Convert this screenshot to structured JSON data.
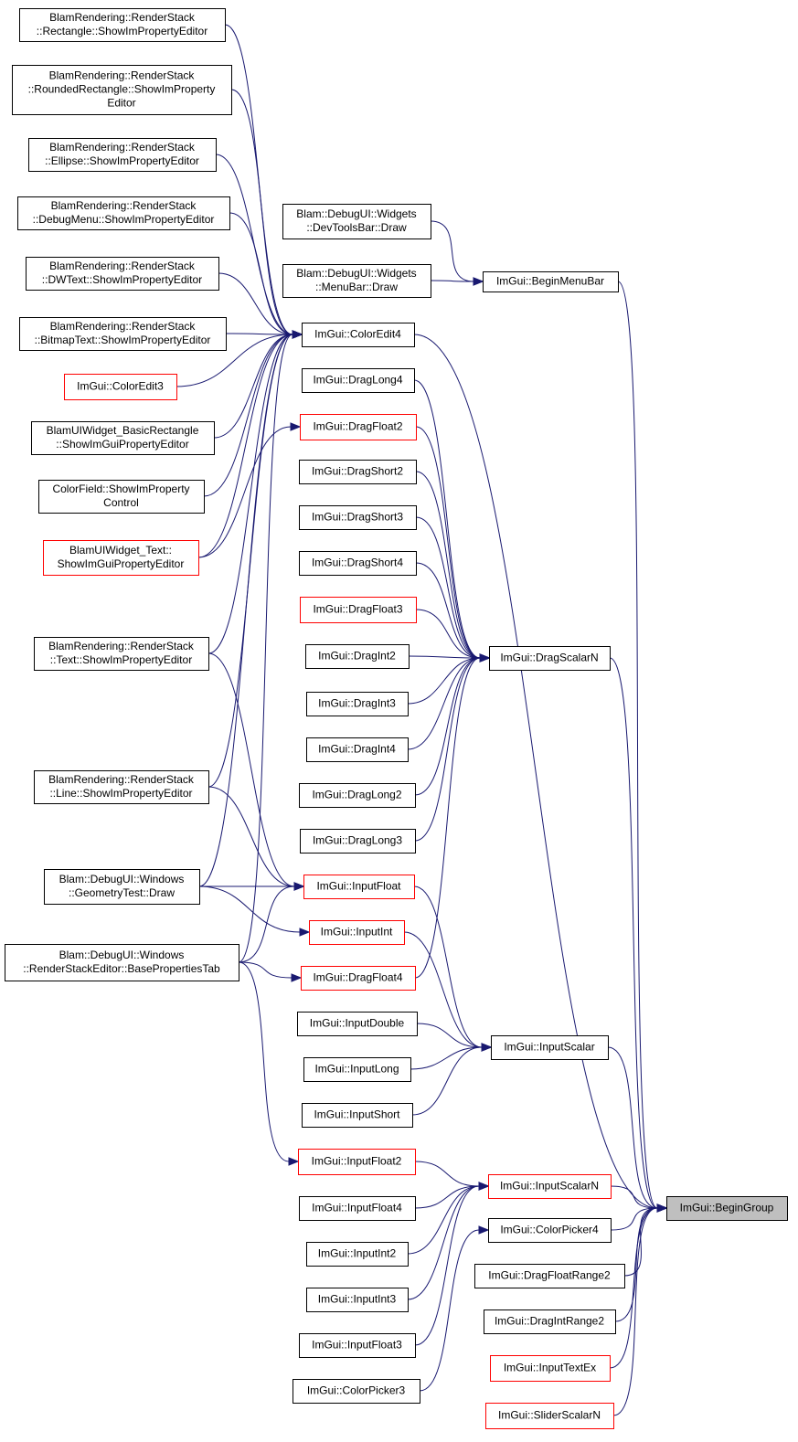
{
  "colors": {
    "edge": "#191970",
    "node_border": "#000000",
    "node_border_link": "#ff0000",
    "focus_fill": "#bfbfbf"
  },
  "nodes": [
    {
      "id": "n1",
      "lines": [
        "BlamRendering::RenderStack",
        "::Rectangle::ShowImPropertyEditor"
      ],
      "style": "black"
    },
    {
      "id": "n2",
      "lines": [
        "BlamRendering::RenderStack",
        "::RoundedRectangle::ShowImProperty",
        "Editor"
      ],
      "style": "black"
    },
    {
      "id": "n3",
      "lines": [
        "BlamRendering::RenderStack",
        "::Ellipse::ShowImPropertyEditor"
      ],
      "style": "black"
    },
    {
      "id": "n4",
      "lines": [
        "BlamRendering::RenderStack",
        "::DebugMenu::ShowImPropertyEditor"
      ],
      "style": "black"
    },
    {
      "id": "n5",
      "lines": [
        "BlamRendering::RenderStack",
        "::DWText::ShowImPropertyEditor"
      ],
      "style": "black"
    },
    {
      "id": "n6",
      "lines": [
        "BlamRendering::RenderStack",
        "::BitmapText::ShowImPropertyEditor"
      ],
      "style": "black"
    },
    {
      "id": "n7",
      "lines": [
        "ImGui::ColorEdit3"
      ],
      "style": "red"
    },
    {
      "id": "n8",
      "lines": [
        "BlamUIWidget_BasicRectangle",
        "::ShowImGuiPropertyEditor"
      ],
      "style": "black"
    },
    {
      "id": "n9",
      "lines": [
        "ColorField::ShowImProperty",
        "Control"
      ],
      "style": "black"
    },
    {
      "id": "n10",
      "lines": [
        "BlamUIWidget_Text::",
        "ShowImGuiPropertyEditor"
      ],
      "style": "red"
    },
    {
      "id": "n11",
      "lines": [
        "BlamRendering::RenderStack",
        "::Text::ShowImPropertyEditor"
      ],
      "style": "black"
    },
    {
      "id": "n12",
      "lines": [
        "BlamRendering::RenderStack",
        "::Line::ShowImPropertyEditor"
      ],
      "style": "black"
    },
    {
      "id": "n13",
      "lines": [
        "Blam::DebugUI::Windows",
        "::GeometryTest::Draw"
      ],
      "style": "black"
    },
    {
      "id": "n14",
      "lines": [
        "Blam::DebugUI::Windows",
        "::RenderStackEditor::BasePropertiesTab"
      ],
      "style": "black"
    },
    {
      "id": "n15",
      "lines": [
        "Blam::DebugUI::Widgets",
        "::DevToolsBar::Draw"
      ],
      "style": "black"
    },
    {
      "id": "n16",
      "lines": [
        "Blam::DebugUI::Widgets",
        "::MenuBar::Draw"
      ],
      "style": "black"
    },
    {
      "id": "n17",
      "lines": [
        "ImGui::BeginMenuBar"
      ],
      "style": "black"
    },
    {
      "id": "n18",
      "lines": [
        "ImGui::ColorEdit4"
      ],
      "style": "black"
    },
    {
      "id": "n19",
      "lines": [
        "ImGui::DragLong4"
      ],
      "style": "black"
    },
    {
      "id": "n20",
      "lines": [
        "ImGui::DragFloat2"
      ],
      "style": "red"
    },
    {
      "id": "n21",
      "lines": [
        "ImGui::DragShort2"
      ],
      "style": "black"
    },
    {
      "id": "n22",
      "lines": [
        "ImGui::DragShort3"
      ],
      "style": "black"
    },
    {
      "id": "n23",
      "lines": [
        "ImGui::DragShort4"
      ],
      "style": "black"
    },
    {
      "id": "n24",
      "lines": [
        "ImGui::DragFloat3"
      ],
      "style": "red"
    },
    {
      "id": "n25",
      "lines": [
        "ImGui::DragInt2"
      ],
      "style": "black"
    },
    {
      "id": "n26",
      "lines": [
        "ImGui::DragScalarN"
      ],
      "style": "black"
    },
    {
      "id": "n27",
      "lines": [
        "ImGui::DragInt3"
      ],
      "style": "black"
    },
    {
      "id": "n28",
      "lines": [
        "ImGui::DragInt4"
      ],
      "style": "black"
    },
    {
      "id": "n29",
      "lines": [
        "ImGui::DragLong2"
      ],
      "style": "black"
    },
    {
      "id": "n30",
      "lines": [
        "ImGui::DragLong3"
      ],
      "style": "black"
    },
    {
      "id": "n31",
      "lines": [
        "ImGui::InputFloat"
      ],
      "style": "red"
    },
    {
      "id": "n32",
      "lines": [
        "ImGui::InputInt"
      ],
      "style": "red"
    },
    {
      "id": "n33",
      "lines": [
        "ImGui::DragFloat4"
      ],
      "style": "red"
    },
    {
      "id": "n34",
      "lines": [
        "ImGui::InputDouble"
      ],
      "style": "black"
    },
    {
      "id": "n35",
      "lines": [
        "ImGui::InputScalar"
      ],
      "style": "black"
    },
    {
      "id": "n36",
      "lines": [
        "ImGui::InputLong"
      ],
      "style": "black"
    },
    {
      "id": "n37",
      "lines": [
        "ImGui::InputShort"
      ],
      "style": "black"
    },
    {
      "id": "n38",
      "lines": [
        "ImGui::InputFloat2"
      ],
      "style": "red"
    },
    {
      "id": "n39",
      "lines": [
        "ImGui::InputScalarN"
      ],
      "style": "red"
    },
    {
      "id": "n40",
      "lines": [
        "ImGui::InputFloat4"
      ],
      "style": "black"
    },
    {
      "id": "n41",
      "lines": [
        "ImGui::ColorPicker4"
      ],
      "style": "black"
    },
    {
      "id": "n42",
      "lines": [
        "ImGui::InputInt2"
      ],
      "style": "black"
    },
    {
      "id": "n43",
      "lines": [
        "ImGui::DragFloatRange2"
      ],
      "style": "black"
    },
    {
      "id": "n44",
      "lines": [
        "ImGui::InputInt3"
      ],
      "style": "black"
    },
    {
      "id": "n45",
      "lines": [
        "ImGui::DragIntRange2"
      ],
      "style": "black"
    },
    {
      "id": "n46",
      "lines": [
        "ImGui::InputFloat3"
      ],
      "style": "black"
    },
    {
      "id": "n47",
      "lines": [
        "ImGui::InputTextEx"
      ],
      "style": "red"
    },
    {
      "id": "n48",
      "lines": [
        "ImGui::ColorPicker3"
      ],
      "style": "black"
    },
    {
      "id": "n49",
      "lines": [
        "ImGui::SliderScalarN"
      ],
      "style": "red"
    },
    {
      "id": "n50",
      "lines": [
        "ImGui::BeginGroup"
      ],
      "style": "focus"
    }
  ],
  "edges": [
    [
      "n1",
      "n18"
    ],
    [
      "n2",
      "n18"
    ],
    [
      "n3",
      "n18"
    ],
    [
      "n4",
      "n18"
    ],
    [
      "n5",
      "n18"
    ],
    [
      "n6",
      "n18"
    ],
    [
      "n7",
      "n18"
    ],
    [
      "n8",
      "n18"
    ],
    [
      "n9",
      "n18"
    ],
    [
      "n10",
      "n18"
    ],
    [
      "n11",
      "n18"
    ],
    [
      "n12",
      "n18"
    ],
    [
      "n13",
      "n18"
    ],
    [
      "n14",
      "n18"
    ],
    [
      "n10",
      "n20"
    ],
    [
      "n11",
      "n31"
    ],
    [
      "n12",
      "n31"
    ],
    [
      "n13",
      "n31"
    ],
    [
      "n13",
      "n32"
    ],
    [
      "n14",
      "n31"
    ],
    [
      "n14",
      "n33"
    ],
    [
      "n14",
      "n38"
    ],
    [
      "n15",
      "n17"
    ],
    [
      "n16",
      "n17"
    ],
    [
      "n19",
      "n26"
    ],
    [
      "n20",
      "n26"
    ],
    [
      "n21",
      "n26"
    ],
    [
      "n22",
      "n26"
    ],
    [
      "n23",
      "n26"
    ],
    [
      "n24",
      "n26"
    ],
    [
      "n25",
      "n26"
    ],
    [
      "n27",
      "n26"
    ],
    [
      "n28",
      "n26"
    ],
    [
      "n29",
      "n26"
    ],
    [
      "n30",
      "n26"
    ],
    [
      "n33",
      "n26"
    ],
    [
      "n31",
      "n35"
    ],
    [
      "n32",
      "n35"
    ],
    [
      "n34",
      "n35"
    ],
    [
      "n36",
      "n35"
    ],
    [
      "n37",
      "n35"
    ],
    [
      "n38",
      "n39"
    ],
    [
      "n40",
      "n39"
    ],
    [
      "n42",
      "n39"
    ],
    [
      "n44",
      "n39"
    ],
    [
      "n46",
      "n39"
    ],
    [
      "n48",
      "n41"
    ],
    [
      "n17",
      "n50"
    ],
    [
      "n18",
      "n50"
    ],
    [
      "n26",
      "n50"
    ],
    [
      "n35",
      "n50"
    ],
    [
      "n39",
      "n50"
    ],
    [
      "n41",
      "n50"
    ],
    [
      "n43",
      "n50"
    ],
    [
      "n45",
      "n50"
    ],
    [
      "n47",
      "n50"
    ],
    [
      "n49",
      "n50"
    ]
  ]
}
